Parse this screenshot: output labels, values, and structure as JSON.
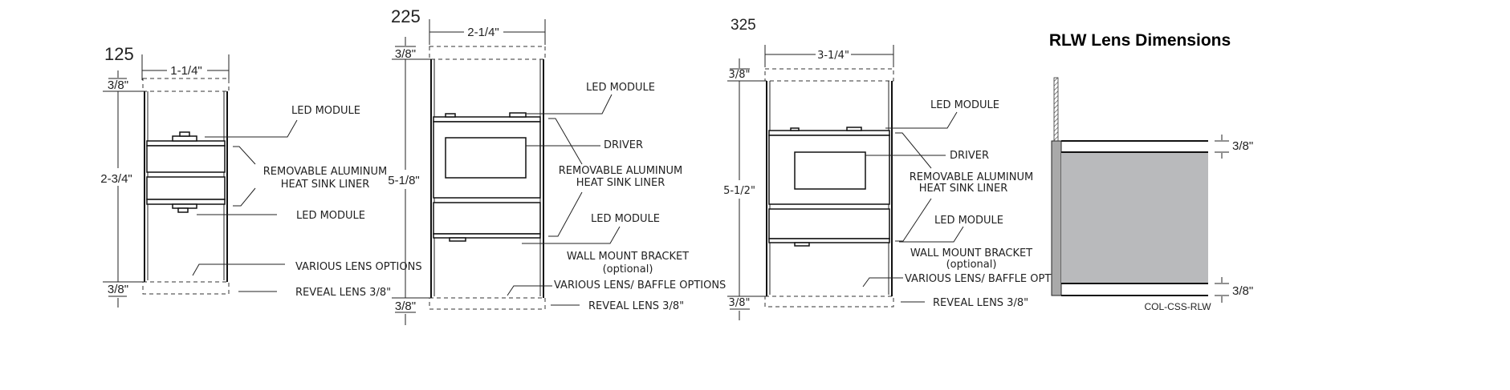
{
  "diagrams": [
    {
      "model": "125",
      "width": "1-1/4\"",
      "height": "2-3/4\"",
      "top_reveal": "3/8\"",
      "bottom_reveal": "3/8\"",
      "labels": {
        "led_module_top": "LED MODULE",
        "liner_1": "REMOVABLE ALUMINUM",
        "liner_2": "HEAT SINK LINER",
        "led_module_bottom": "LED MODULE",
        "lens": "VARIOUS LENS OPTIONS",
        "reveal": "REVEAL LENS 3/8\""
      }
    },
    {
      "model": "225",
      "width": "2-1/4\"",
      "height": "5-1/8\"",
      "top_reveal": "3/8\"",
      "bottom_reveal": "3/8\"",
      "labels": {
        "led_module_top": "LED MODULE",
        "driver": "DRIVER",
        "liner_1": "REMOVABLE ALUMINUM",
        "liner_2": "HEAT SINK LINER",
        "led_module_bottom": "LED MODULE",
        "bracket_1": "WALL MOUNT BRACKET",
        "bracket_2": "(optional)",
        "lens": "VARIOUS LENS/ BAFFLE OPTIONS",
        "reveal": "REVEAL LENS 3/8\""
      }
    },
    {
      "model": "325",
      "width": "3-1/4\"",
      "height": "5-1/2\"",
      "top_reveal": "3/8\"",
      "bottom_reveal": "3/8\"",
      "labels": {
        "led_module_top": "LED MODULE",
        "driver": "DRIVER",
        "liner_1": "REMOVABLE ALUMINUM",
        "liner_2": "HEAT SINK LINER",
        "led_module_bottom": "LED MODULE",
        "bracket_1": "WALL MOUNT BRACKET",
        "bracket_2": "(optional)",
        "lens": "VARIOUS LENS/ BAFFLE OPTIONS",
        "reveal": "REVEAL LENS 3/8\""
      }
    }
  ],
  "rlw": {
    "title": "RLW Lens Dimensions",
    "top_reveal": "3/8\"",
    "bottom_reveal": "3/8\"",
    "code": "COL-CSS-RLW",
    "lens_color": "#b9babc",
    "frame_color": "#a9a9a9"
  }
}
